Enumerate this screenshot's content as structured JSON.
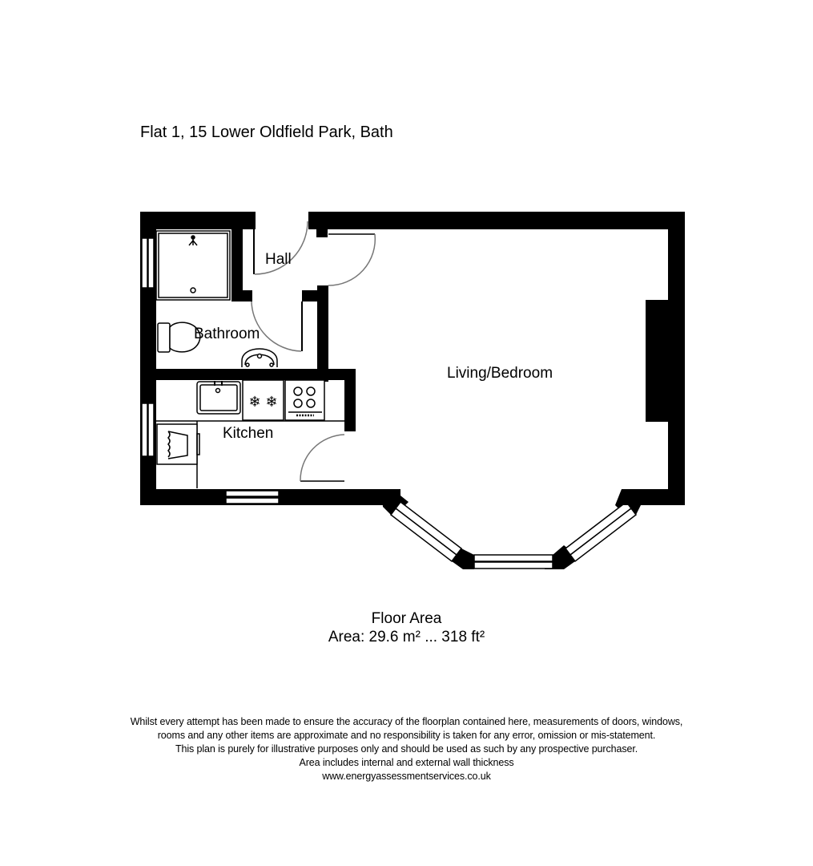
{
  "header": {
    "title": "Flat 1, 15 Lower Oldfield Park, Bath"
  },
  "rooms": {
    "hall": "Hall",
    "bathroom": "Bathroom",
    "kitchen": "Kitchen",
    "living": "Living/Bedroom"
  },
  "fixtures": {
    "bathroom": [
      "shower-icon",
      "toilet-icon",
      "basin-icon"
    ],
    "kitchen": [
      "sink-icon",
      "fridge-freezer-icon",
      "hob-icon",
      "washing-machine-icon"
    ],
    "openings": [
      "door-arc-icon",
      "window-icon"
    ]
  },
  "floor_area": {
    "heading": "Floor Area",
    "value": "Area: 29.6 m² ... 318 ft²"
  },
  "disclaimer": {
    "lines": [
      "Whilst every attempt has been made to ensure the accuracy of the floorplan contained here, measurements of doors, windows,",
      "rooms and any other items are approximate and no responsibility is taken for any error, omission or mis-statement.",
      "This plan is purely for illustrative purposes only and should be used as such by any prospective purchaser.",
      "Area includes internal and external wall thickness",
      "www.energyassessmentservices.co.uk"
    ]
  },
  "colors": {
    "wall": "#000000",
    "background": "#ffffff",
    "door_arc": "#777777"
  }
}
